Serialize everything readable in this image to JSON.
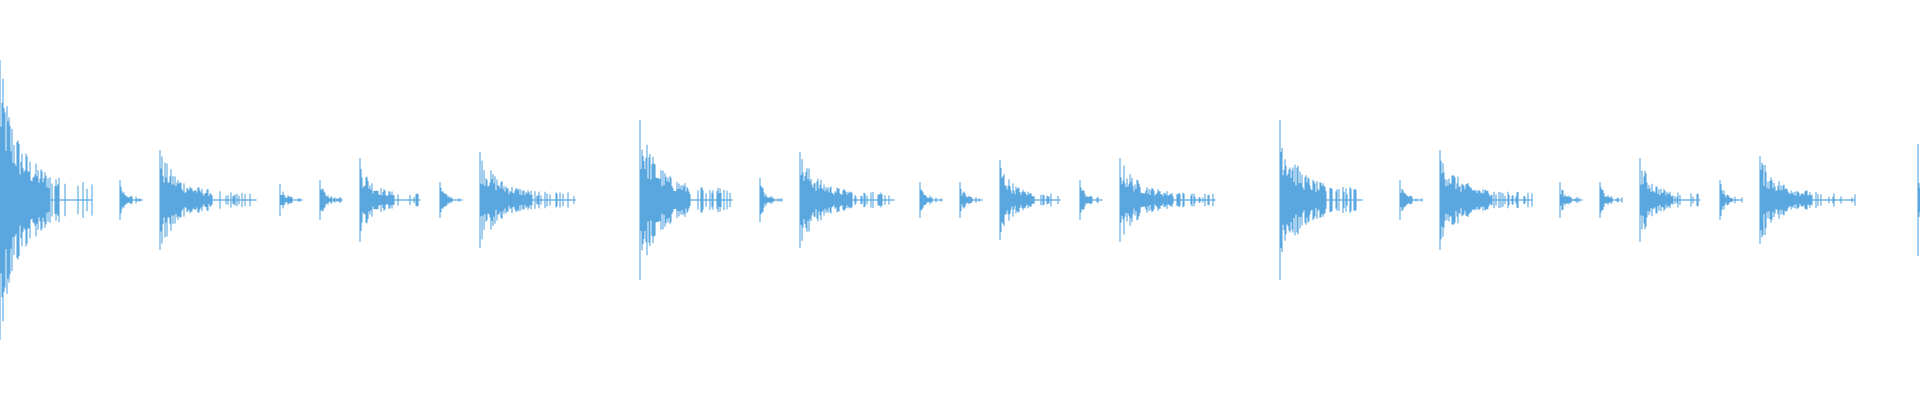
{
  "waveform": {
    "color": "#5aa7e0",
    "duration_units": 1920,
    "bursts": [
      {
        "t": 0,
        "amp": 0.7,
        "decay": 90,
        "tail": 92
      },
      {
        "t": 120,
        "amp": 0.1,
        "decay": 22,
        "tail": 22
      },
      {
        "t": 160,
        "amp": 0.25,
        "decay": 95,
        "tail": 96
      },
      {
        "t": 280,
        "amp": 0.08,
        "decay": 22,
        "tail": 22
      },
      {
        "t": 320,
        "amp": 0.1,
        "decay": 22,
        "tail": 22
      },
      {
        "t": 360,
        "amp": 0.21,
        "decay": 60,
        "tail": 60
      },
      {
        "t": 440,
        "amp": 0.09,
        "decay": 22,
        "tail": 22
      },
      {
        "t": 480,
        "amp": 0.24,
        "decay": 95,
        "tail": 95
      },
      {
        "t": 640,
        "amp": 0.4,
        "decay": 90,
        "tail": 92
      },
      {
        "t": 760,
        "amp": 0.11,
        "decay": 22,
        "tail": 22
      },
      {
        "t": 800,
        "amp": 0.24,
        "decay": 94,
        "tail": 94
      },
      {
        "t": 920,
        "amp": 0.09,
        "decay": 22,
        "tail": 22
      },
      {
        "t": 960,
        "amp": 0.09,
        "decay": 22,
        "tail": 22
      },
      {
        "t": 1000,
        "amp": 0.2,
        "decay": 60,
        "tail": 60
      },
      {
        "t": 1080,
        "amp": 0.1,
        "decay": 22,
        "tail": 22
      },
      {
        "t": 1120,
        "amp": 0.21,
        "decay": 95,
        "tail": 95
      },
      {
        "t": 1280,
        "amp": 0.4,
        "decay": 82,
        "tail": 82
      },
      {
        "t": 1400,
        "amp": 0.1,
        "decay": 22,
        "tail": 22
      },
      {
        "t": 1440,
        "amp": 0.25,
        "decay": 92,
        "tail": 92
      },
      {
        "t": 1560,
        "amp": 0.09,
        "decay": 22,
        "tail": 22
      },
      {
        "t": 1600,
        "amp": 0.09,
        "decay": 22,
        "tail": 22
      },
      {
        "t": 1640,
        "amp": 0.21,
        "decay": 60,
        "tail": 60
      },
      {
        "t": 1720,
        "amp": 0.1,
        "decay": 22,
        "tail": 22
      },
      {
        "t": 1760,
        "amp": 0.22,
        "decay": 95,
        "tail": 95
      },
      {
        "t": 1918,
        "amp": 0.28,
        "decay": 2,
        "tail": 2
      }
    ]
  }
}
